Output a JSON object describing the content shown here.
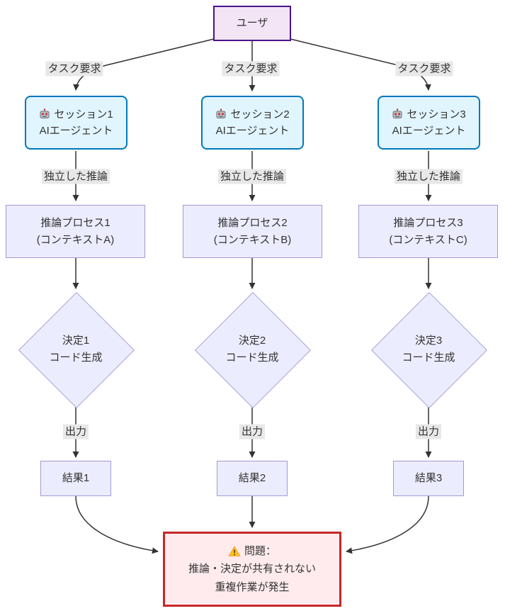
{
  "diagram": {
    "user_label": "ユーザ",
    "edges": {
      "task_request": "タスク要求",
      "independent_reasoning": "独立した推論",
      "output": "出力"
    },
    "columns": [
      {
        "session_title": "セッション1",
        "session_subtitle": "AIエージェント",
        "process_title": "推論プロセス1",
        "process_subtitle": "(コンテキストA)",
        "decision_title": "決定1",
        "decision_subtitle": "コード生成",
        "result": "結果1"
      },
      {
        "session_title": "セッション2",
        "session_subtitle": "AIエージェント",
        "process_title": "推論プロセス2",
        "process_subtitle": "(コンテキストB)",
        "decision_title": "決定2",
        "decision_subtitle": "コード生成",
        "result": "結果2"
      },
      {
        "session_title": "セッション3",
        "session_subtitle": "AIエージェント",
        "process_title": "推論プロセス3",
        "process_subtitle": "(コンテキストC)",
        "decision_title": "決定3",
        "decision_subtitle": "コード生成",
        "result": "結果3"
      }
    ],
    "problem": {
      "title": "問題：",
      "line2": "推論・決定が共有されない",
      "line3": "重複作業が発生"
    },
    "icons": {
      "session": "robot-icon",
      "problem": "warning-icon"
    },
    "colors": {
      "user_fill": "#f3e5f5",
      "user_stroke": "#4a148c",
      "session_fill": "#e1f5fe",
      "session_stroke": "#0277bd",
      "node_fill": "#ececff",
      "node_stroke": "#a498d8",
      "problem_fill": "#ffebee",
      "problem_stroke": "#c62828",
      "edge_stroke": "#333333",
      "edge_label_bg": "#e8e8e8"
    }
  }
}
